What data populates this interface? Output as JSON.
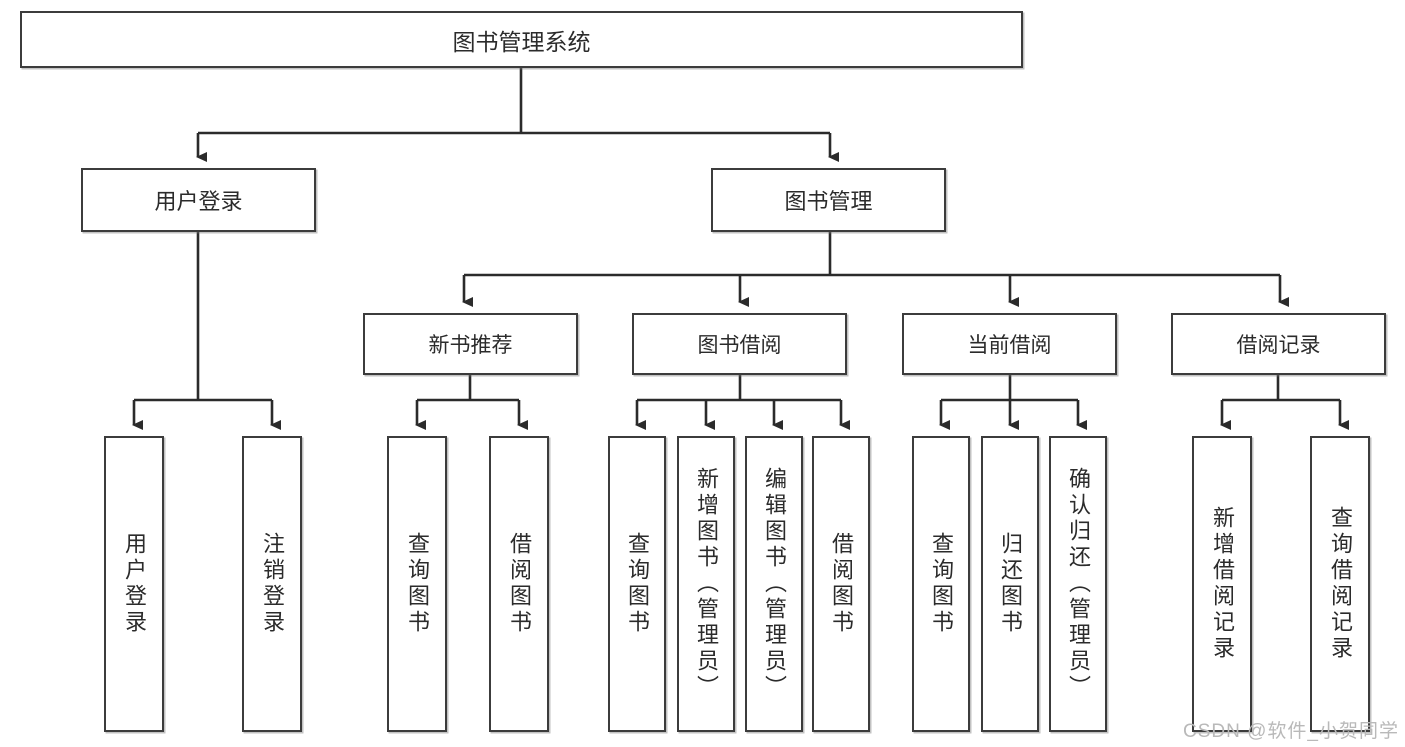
{
  "diagram": {
    "title": "图书管理系统",
    "type": "tree-hierarchy-diagram",
    "colors": {
      "box_border": "#3c3c3c",
      "box_fill": "#ffffff",
      "edge": "#2b2b2b",
      "watermark": "#b9b9b9"
    },
    "root": {
      "label": "图书管理系统"
    },
    "level2": [
      {
        "label": "用户登录"
      },
      {
        "label": "图书管理"
      }
    ],
    "level3": [
      {
        "label": "新书推荐"
      },
      {
        "label": "图书借阅"
      },
      {
        "label": "当前借阅"
      },
      {
        "label": "借阅记录"
      }
    ],
    "leaves": {
      "user_login": [
        {
          "label": "用户登录"
        },
        {
          "label": "注销登录"
        }
      ],
      "new_book_recommend": [
        {
          "label": "查询图书"
        },
        {
          "label": "借阅图书"
        }
      ],
      "book_borrow": [
        {
          "label": "查询图书"
        },
        {
          "label": "新增图书（管理员）"
        },
        {
          "label": "编辑图书（管理员）"
        },
        {
          "label": "借阅图书"
        }
      ],
      "current_borrow": [
        {
          "label": "查询图书"
        },
        {
          "label": "归还图书"
        },
        {
          "label": "确认归还（管理员）"
        }
      ],
      "borrow_records": [
        {
          "label": "新增借阅记录"
        },
        {
          "label": "查询借阅记录"
        }
      ]
    },
    "watermark": "CSDN @软件_小贺同学"
  }
}
